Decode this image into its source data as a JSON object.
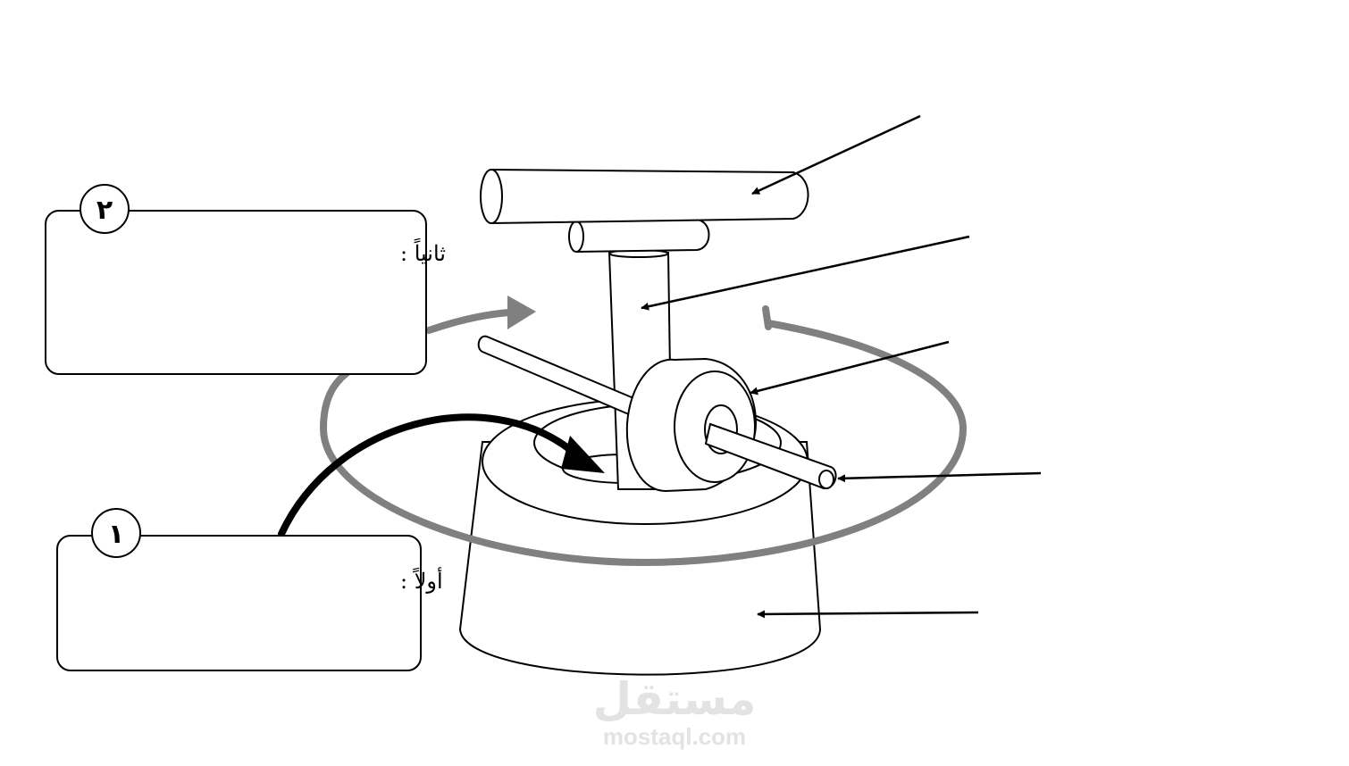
{
  "boxes": {
    "second": {
      "badge": "٢",
      "label": "ثانياً :"
    },
    "first": {
      "badge": "١",
      "label": "أولاً :"
    }
  },
  "watermark": {
    "arabic": "مستقل",
    "latin": "mostaql.com"
  },
  "colors": {
    "stroke": "#000000",
    "rotation_ring": "#808080",
    "watermark": "#e3e3e3"
  },
  "icons": [
    "rotation-arrow-icon",
    "pointer-arrow-icon"
  ]
}
